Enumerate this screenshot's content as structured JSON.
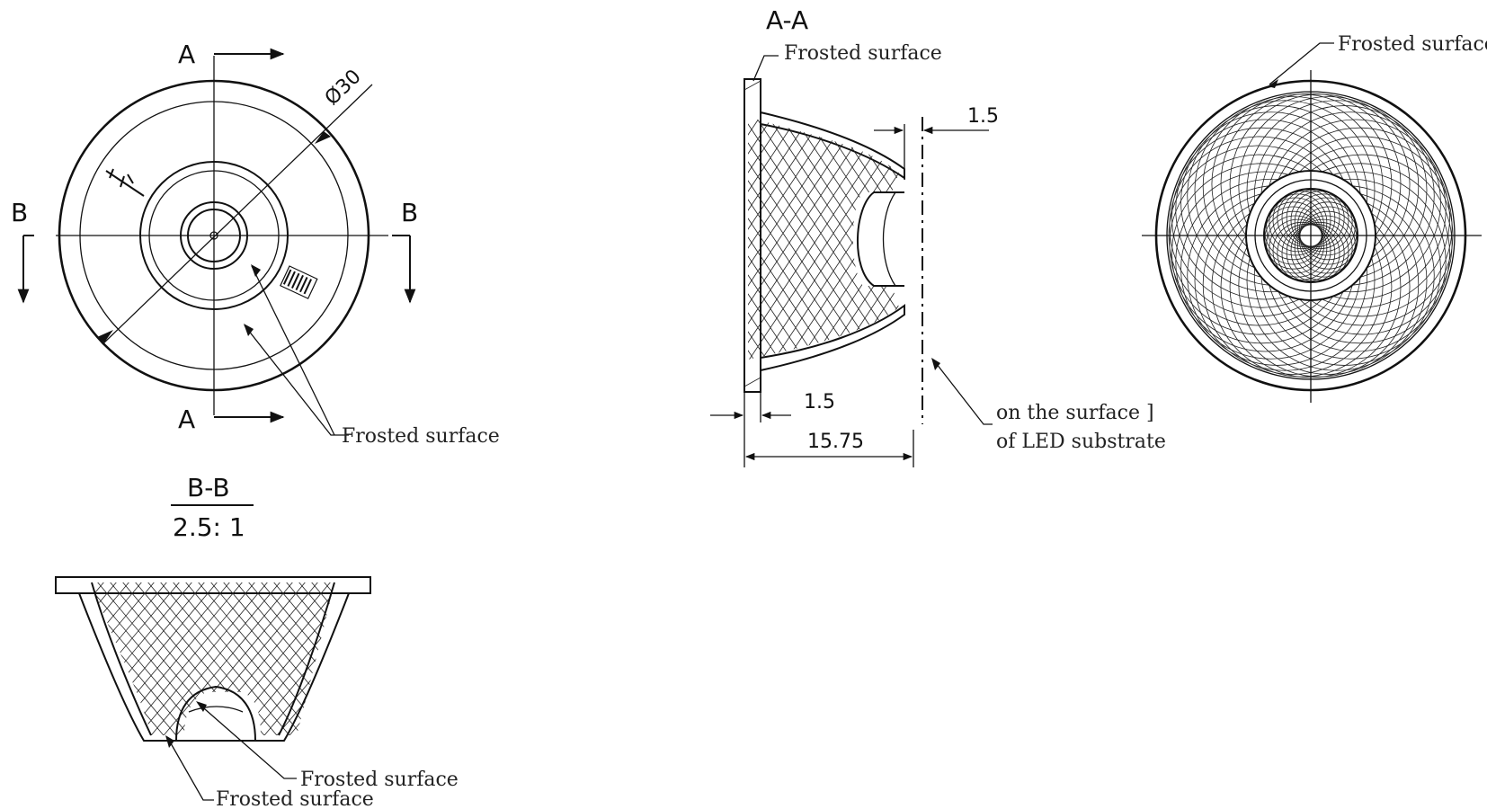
{
  "labels": {
    "section_a": "A",
    "section_b": "B",
    "diameter": "Ø30",
    "section_aa_title": "A-A",
    "section_bb_title": "B-B",
    "section_bb_scale": "2.5: 1",
    "frosted_surface": "Frosted surface",
    "dim_wall_top": "1.5",
    "dim_wall_bottom": "1.5",
    "dim_height": "15.75",
    "led_note_line1": "on the surface ]",
    "led_note_line2": "of LED substrate"
  },
  "colors": {
    "line": "#111111",
    "background": "#ffffff"
  }
}
